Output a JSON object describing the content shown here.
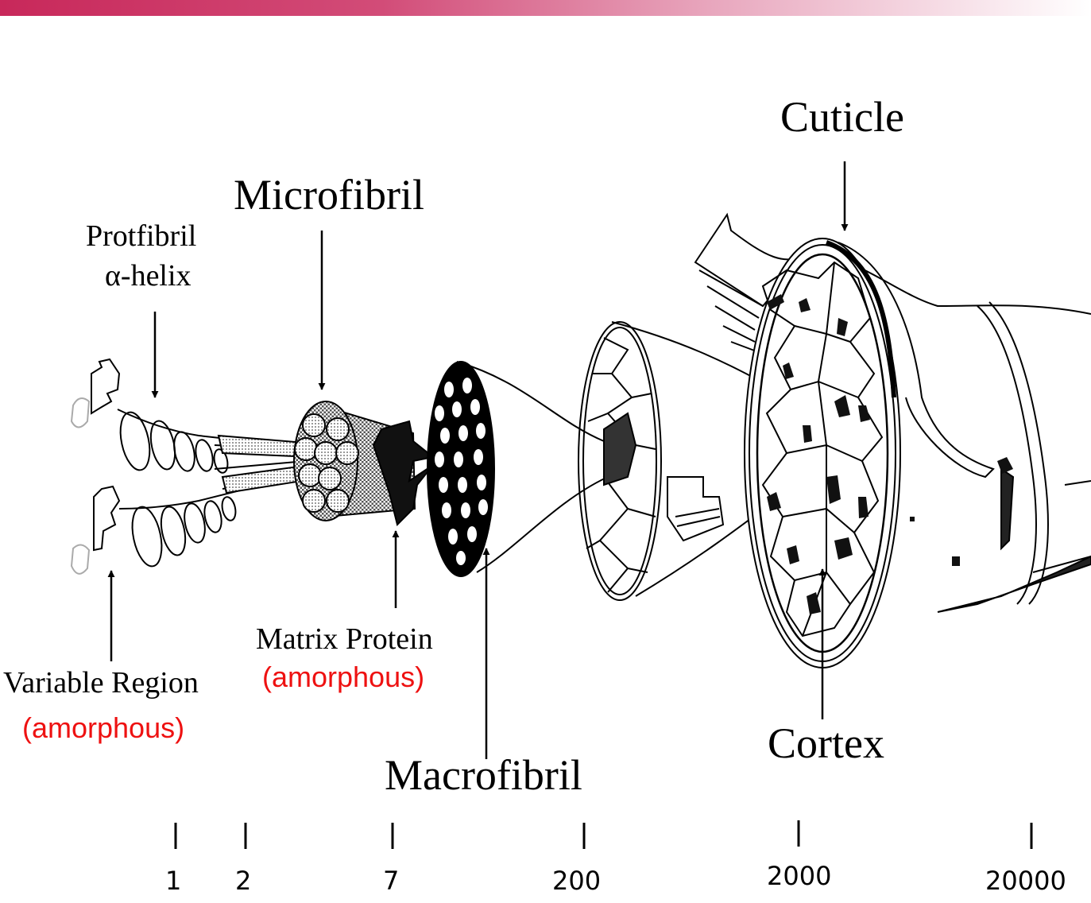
{
  "labels": {
    "cuticle": "Cuticle",
    "microfibril": "Microfibril",
    "protofibril_line1": "Protfibril",
    "protofibril_line2": "α-helix",
    "matrix_protein": "Matrix Protein",
    "matrix_amorphous": "(amorphous)",
    "variable_region": "Variable Region",
    "variable_amorphous": "(amorphous)",
    "macrofibril": "Macrofibril",
    "cortex": "Cortex"
  },
  "scale_ticks": [
    "1",
    "2",
    "7",
    "200",
    "2000",
    "20000"
  ],
  "colors": {
    "header_bar": "#c8285a",
    "amorphous_text": "#ee1111",
    "line": "#000000"
  }
}
